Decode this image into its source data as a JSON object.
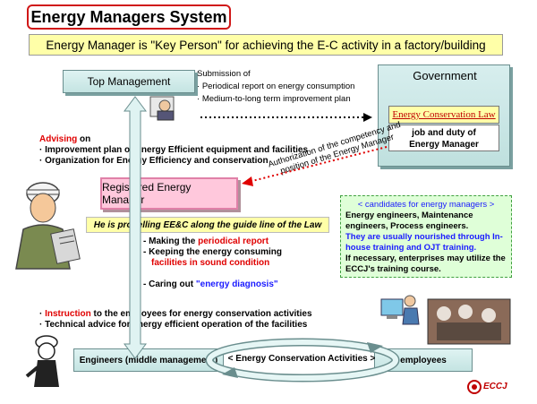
{
  "title": "Energy Managers System",
  "subtitle": "Energy Manager is \"Key Person\" for achieving the E-C activity in a factory/building",
  "top_management": "Top Management",
  "submission": {
    "heading": "Submission of",
    "items": [
      "Periodical report on energy consumption",
      "Medium-to-long term improvement plan"
    ]
  },
  "government": {
    "label": "Government",
    "law": "Energy Conservation Law",
    "job_line1": "job and duty of",
    "job_line2": "Energy Manager"
  },
  "advising": {
    "keyword": "Advising",
    "suffix": " on",
    "items": [
      "Improvement plan of Energy Efficient equipment and facilities",
      "Organization for Energy Efficiency and conservation"
    ]
  },
  "authorization": {
    "line1": "Authorization of the competency and",
    "line2": "position of the Energy Manager"
  },
  "registered_manager": "Registered Energy Manager",
  "propelling": "He is propelling EE&C along the guide line of the Law",
  "tasks": {
    "t1_pre": "- Making the ",
    "t1_red": "periodical report",
    "t2_pre": "- Keeping the energy consuming",
    "t2_red": "facilities in sound condition",
    "t3_pre": "- Caring out ",
    "t3_blue": "\"energy diagnosis\""
  },
  "candidates": {
    "title": "< candidates for energy managers >",
    "line1": "Energy engineers, Maintenance engineers, Process engineers.",
    "line2": "They are usually nourished through In-house training and OJT training.",
    "line3": "If necessary, enterprises may utilize the ECCJ's training course."
  },
  "instruction": {
    "keyword": "Instruction",
    "rest": " to the employees for energy conservation activities",
    "line2": "Technical advice for energy efficient operation of the facilities"
  },
  "engineers": "Engineers (middle management)",
  "eca": "< Energy Conservation Activities >",
  "employees": "employees",
  "logo": "ECCJ",
  "colors": {
    "red": "#e00000",
    "blue": "#1a1aff",
    "box_teal": "#c4e4e2",
    "pink": "#ffc8dc",
    "yellow": "#ffffa8",
    "green": "#dfffd8"
  }
}
